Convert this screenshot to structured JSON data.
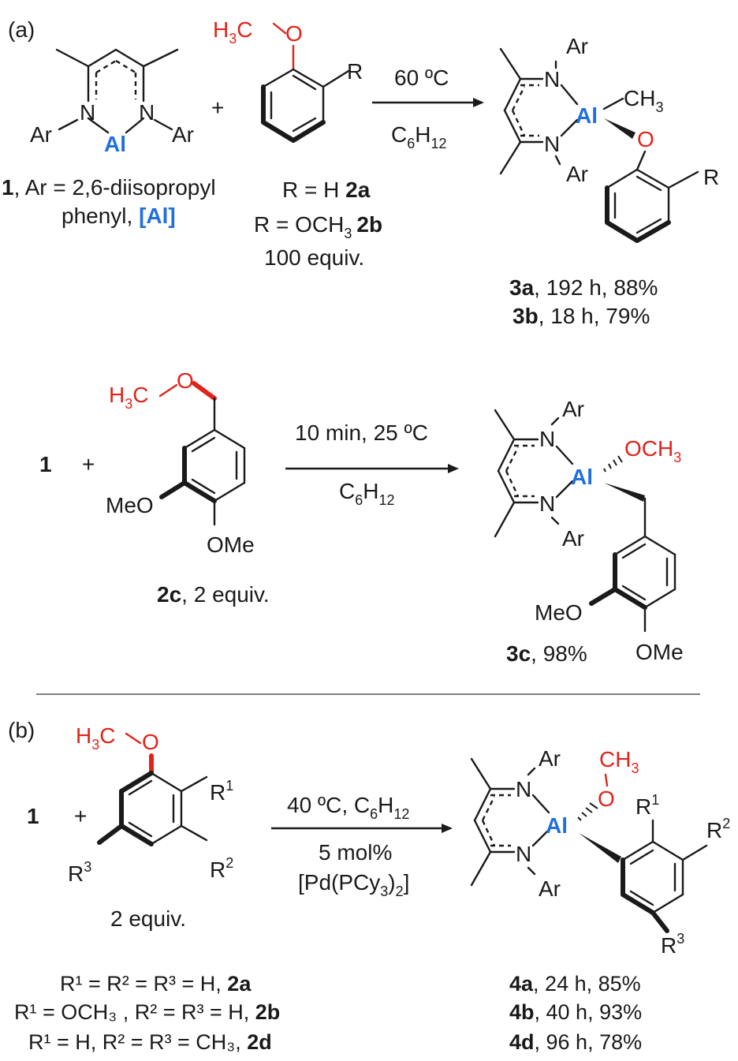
{
  "panel_a": {
    "label": "(a)",
    "reagent1": {
      "label_num": "1",
      "label_text": ", Ar = 2,6-diisopropyl",
      "label_line2": "phenyl, ",
      "label_al": "[Al]",
      "atoms": {
        "N1": "N",
        "N2": "N",
        "Al": "Al",
        "Ar1": "Ar",
        "Ar2": "Ar"
      }
    },
    "plus": "+",
    "reagent2": {
      "h3c": "H",
      "h3c_sub": "3",
      "h3c_c": "C",
      "o": "O",
      "r": "R",
      "r_h_prefix": "R = H ",
      "r_h_code": "2a",
      "r_ome_prefix": "R = OCH",
      "r_ome_sub": "3",
      "r_ome_code": "2b",
      "equiv": "100 equiv."
    },
    "arrow1": {
      "above": "60 ºC",
      "below_main": "C",
      "below_sub1": "6",
      "below_h": "H",
      "below_sub2": "12"
    },
    "product1": {
      "ar_top": "Ar",
      "ar_bottom": "Ar",
      "n_top": "N",
      "n_bottom": "N",
      "al": "Al",
      "ch": "CH",
      "ch_sub": "3",
      "o": "O",
      "r": "R",
      "yield_a_code": "3a",
      "yield_a_text": ", 192 h, 88%",
      "yield_b_code": "3b",
      "yield_b_text": ", 18 h, 79%"
    },
    "reagent3": {
      "num": "1",
      "plus": "+",
      "h3c": "H",
      "h3c_sub": "3",
      "h3c_c": "C",
      "o": "O",
      "meo": "MeO",
      "ome": "OMe",
      "label_code": "2c",
      "label_text": ", 2 equiv."
    },
    "arrow2": {
      "above": "10 min, 25 ºC",
      "below_main": "C",
      "below_sub1": "6",
      "below_h": "H",
      "below_sub2": "12"
    },
    "product2": {
      "ar_top": "Ar",
      "ar_bottom": "Ar",
      "n_top": "N",
      "n_bottom": "N",
      "al": "Al",
      "och": "OCH",
      "och_sub": "3",
      "meo": "MeO",
      "ome": "OMe",
      "yield_code": "3c",
      "yield_text": ", 98%"
    }
  },
  "panel_b": {
    "label": "(b)",
    "reagent": {
      "num": "1",
      "plus": "+",
      "h3c": "H",
      "h3c_sub": "3",
      "h3c_c": "C",
      "o": "O",
      "r1": "R",
      "r1_sup": "1",
      "r2": "R",
      "r2_sup": "2",
      "r3": "R",
      "r3_sup": "3",
      "equiv": "2 equiv."
    },
    "arrow": {
      "above_a": "40 ºC, C",
      "above_sub1": "6",
      "above_h": "H",
      "above_sub2": "12",
      "below1": "5 mol%",
      "below2_a": "[Pd(PCy",
      "below2_sub": "3",
      "below2_b": ")",
      "below2_sub2": "2",
      "below2_c": "]"
    },
    "product": {
      "ar_top": "Ar",
      "ar_bottom": "Ar",
      "n_top": "N",
      "n_bottom": "N",
      "al": "Al",
      "o": "O",
      "ch": "CH",
      "ch_sub": "3",
      "r1": "R",
      "r1_sup": "1",
      "r2": "R",
      "r2_sup": "2",
      "r3": "R",
      "r3_sup": "3"
    },
    "conditions": [
      {
        "text": "R¹ = R² = R³ = H, ",
        "code": "2a"
      },
      {
        "text": "R¹ = OCH₃ , R² = R³ = H, ",
        "code": "2b"
      },
      {
        "text": "R¹ = H, R² = R³ = CH₃, ",
        "code": "2d"
      }
    ],
    "yields": [
      {
        "code": "4a",
        "text": ", 24 h, 85%"
      },
      {
        "code": "4b",
        "text": ", 40 h, 93%"
      },
      {
        "code": "4d",
        "text": ", 96 h, 78%"
      }
    ]
  }
}
